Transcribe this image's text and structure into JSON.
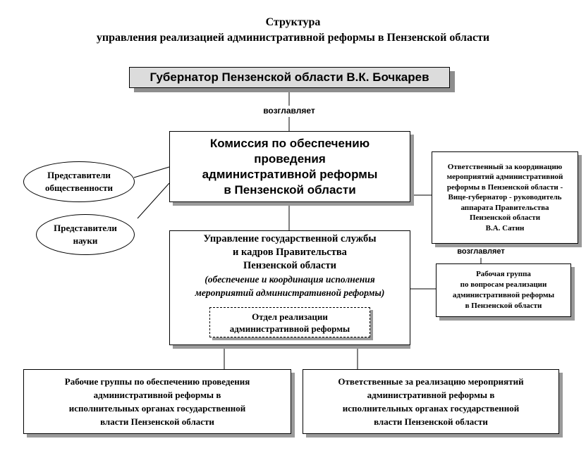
{
  "title": {
    "line1": "Структура",
    "line2": "управления реализацией административной реформы в Пензенской области"
  },
  "governor": "Губернатор Пензенской области В.К. Бочкарев",
  "heads_label_1": "возглавляет",
  "heads_label_2": "возглавляет",
  "commission": {
    "line1": "Комиссия по обеспечению",
    "line2": "проведения",
    "line3": "административной реформы",
    "line4": "в Пензенской области"
  },
  "public_reps": {
    "line1": "Представители",
    "line2": "общественности"
  },
  "science_reps": {
    "line1": "Представители",
    "line2": "науки"
  },
  "coordinator": {
    "line1": "Ответственный за координацию",
    "line2": "мероприятий административной",
    "line3": "реформы в Пензенской области -",
    "line4": "Вице-губернатор - руководитель",
    "line5": "аппарата Правительства",
    "line6": "Пензенской области",
    "line7": "В.А. Сатин"
  },
  "department": {
    "line1": "Управление государственной службы",
    "line2": "и кадров Правительства",
    "line3": "Пензенской области",
    "italic1": "(обеспечение и координация исполнения",
    "italic2": "мероприятий административной реформы)"
  },
  "sub_department": {
    "line1": "Отдел реализации",
    "line2": "административной реформы"
  },
  "working_group": {
    "line1": "Рабочая группа",
    "line2": "по вопросам реализации",
    "line3": "административной реформы",
    "line4": "в Пензенской области"
  },
  "bottom_left": {
    "line1": "Рабочие группы по обеспечению проведения",
    "line2": "административной реформы в",
    "line3": "исполнительных органах государственной",
    "line4": "власти Пензенской области"
  },
  "bottom_right": {
    "line1": "Ответственные за реализацию мероприятий",
    "line2": "административной реформы в",
    "line3": "исполнительных органах государственной",
    "line4": "власти Пензенской области"
  }
}
